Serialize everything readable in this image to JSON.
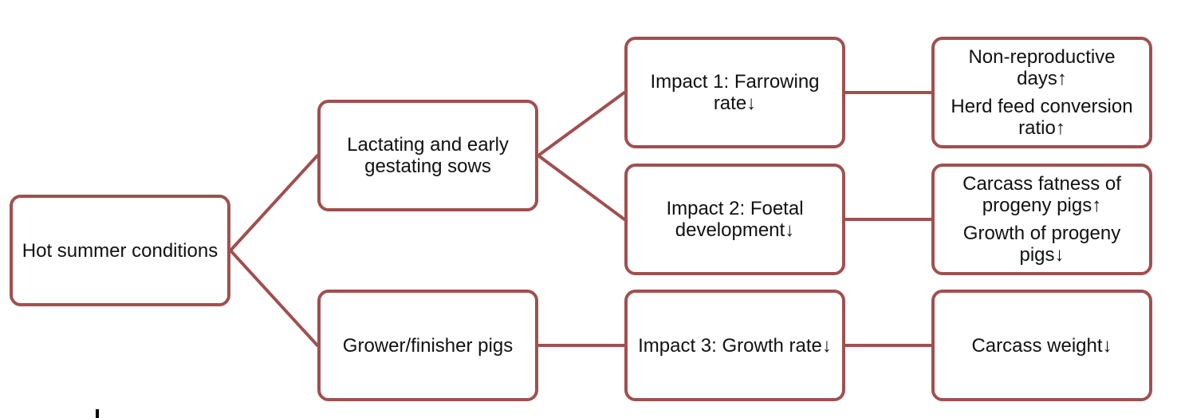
{
  "colors": {
    "border": "#A0504F",
    "connector": "#A0504F",
    "text": "#111111",
    "background": "#FFFFFF"
  },
  "nodes": {
    "root": {
      "lines": [
        "Hot summer conditions"
      ]
    },
    "sows": {
      "lines": [
        "Lactating and early\ngestating sows"
      ]
    },
    "grower": {
      "lines": [
        "Grower/finisher pigs"
      ]
    },
    "impact1": {
      "lines": [
        "Impact 1: Farrowing\nrate↓"
      ]
    },
    "impact2": {
      "lines": [
        "Impact 2: Foetal\ndevelopment↓"
      ]
    },
    "impact3": {
      "lines": [
        "Impact 3: Growth rate↓"
      ]
    },
    "outcome1": {
      "lines": [
        "Non-reproductive\ndays↑",
        "Herd feed conversion\nratio↑"
      ]
    },
    "outcome2": {
      "lines": [
        "Carcass fatness of\nprogeny pigs↑",
        "Growth of progeny\npigs↓"
      ]
    },
    "outcome3": {
      "lines": [
        "Carcass weight↓"
      ]
    }
  }
}
